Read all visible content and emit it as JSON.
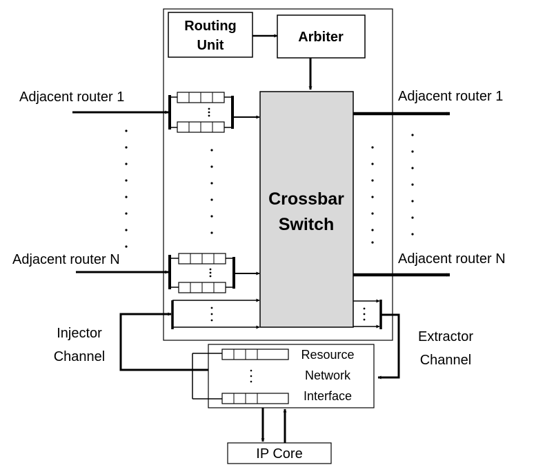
{
  "labels": {
    "routing_unit": [
      "Routing",
      "Unit"
    ],
    "arbiter": "Arbiter",
    "crossbar": [
      "Crossbar",
      "Switch"
    ],
    "in_router_1": "Adjacent router 1",
    "in_router_n": "Adjacent router N",
    "out_router_1": "Adjacent router 1",
    "out_router_n": "Adjacent router N",
    "injector": [
      "Injector",
      "Channel"
    ],
    "extractor": [
      "Extractor",
      "Channel"
    ],
    "rni": [
      "Resource",
      "Network",
      "Interface"
    ],
    "ip_core": "IP Core"
  },
  "colors": {
    "line": "#000000",
    "crossbar_fill": "#d9d9d9",
    "background": "#ffffff"
  }
}
